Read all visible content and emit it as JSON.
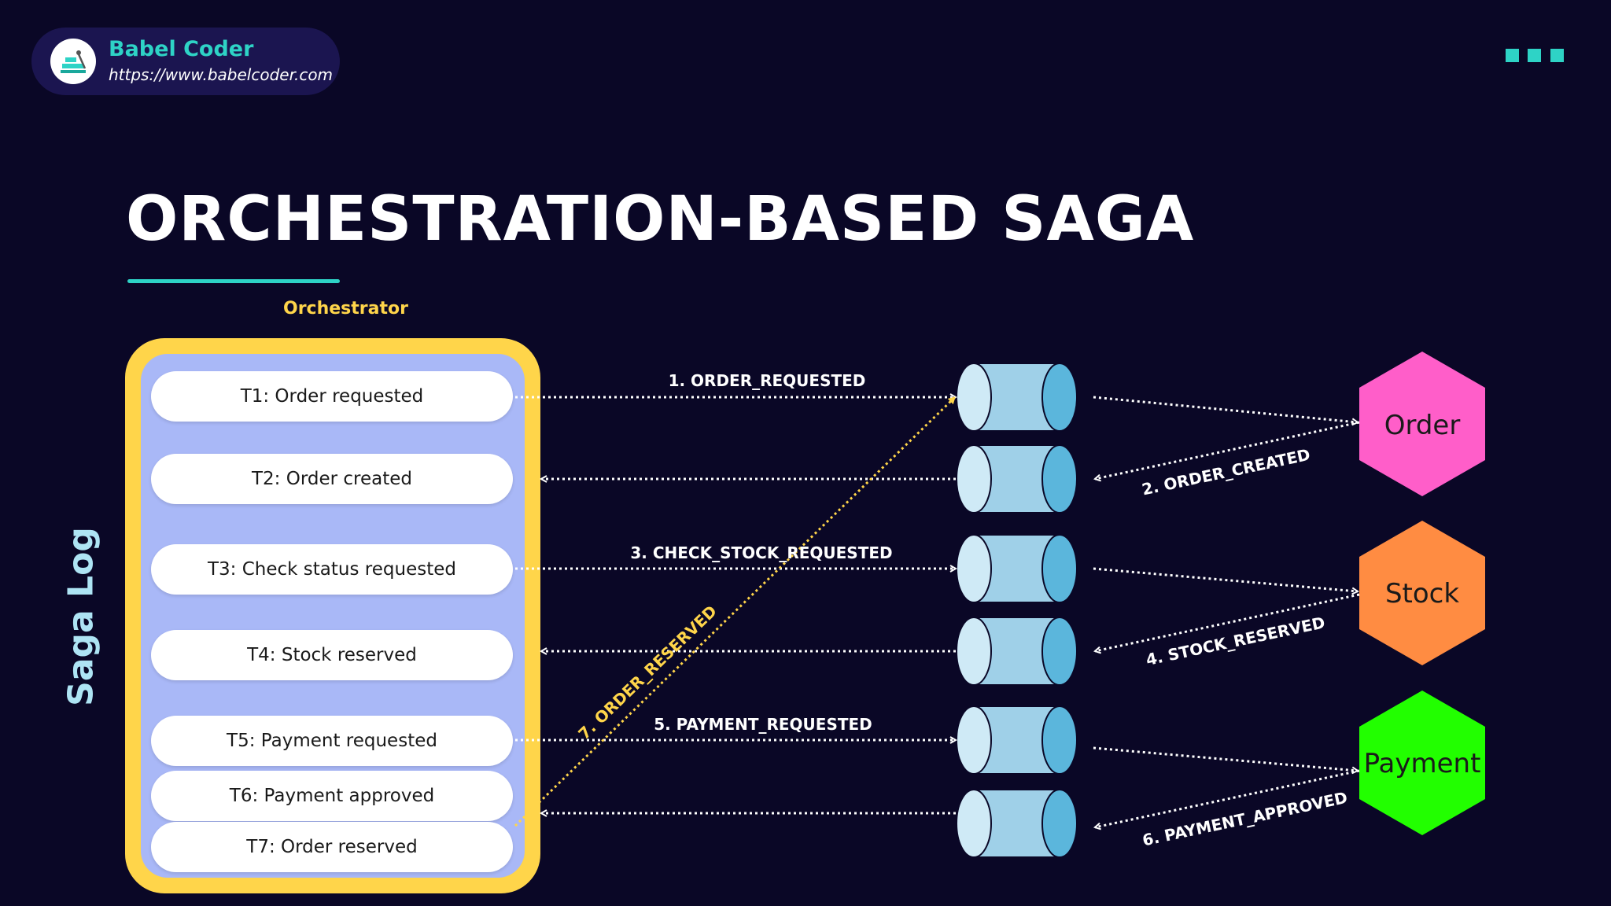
{
  "brand": {
    "name": "Babel Coder",
    "url": "https://www.babelcoder.com",
    "logo_icon": "babel-coder-logo",
    "menu_icon": "three-dots-icon"
  },
  "title": "ORCHESTRATION-BASED SAGA",
  "orchestrator_label": "Orchestrator",
  "saga_log_label": "Saga Log",
  "saga_log_steps": [
    "T1: Order requested",
    "T2: Order created",
    "T3: Check status requested",
    "T4: Stock reserved",
    "T5: Payment requested",
    "T6: Payment approved",
    "T7: Order reserved"
  ],
  "services": [
    {
      "name": "Order",
      "color": "#ff5ec9"
    },
    {
      "name": "Stock",
      "color": "#ff8c42"
    },
    {
      "name": "Payment",
      "color": "#22ff00"
    }
  ],
  "messages": [
    {
      "label": "1. ORDER_REQUESTED"
    },
    {
      "label": "2. ORDER_CREATED"
    },
    {
      "label": "3. CHECK_STOCK_REQUESTED"
    },
    {
      "label": "4. STOCK_RESERVED"
    },
    {
      "label": "5. PAYMENT_REQUESTED"
    },
    {
      "label": "6. PAYMENT_APPROVED"
    },
    {
      "label": "7. ORDER_RESERVED"
    }
  ],
  "colors": {
    "background": "#0a0726",
    "accent": "#2ed3c6",
    "orchestrator": "#ffd54a",
    "saga_log_panel": "#a9b8f7",
    "queue": "#9fd0e8",
    "queue_end": "#5bb6dc",
    "arrow": "#ffffff",
    "highlight_arrow": "#ffd54a"
  }
}
